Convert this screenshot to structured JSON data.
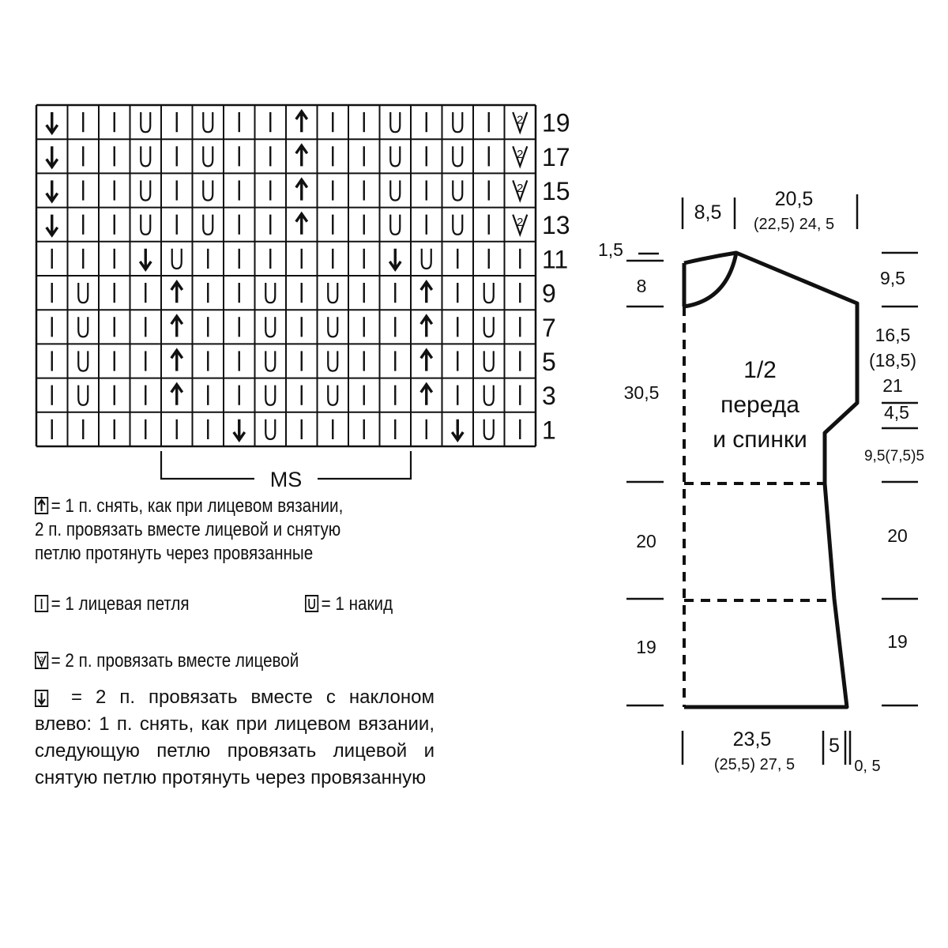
{
  "chart": {
    "title": "",
    "columns": 16,
    "row_labels": [
      "19",
      "17",
      "15",
      "13",
      "11",
      "9",
      "7",
      "5",
      "3",
      "1"
    ],
    "rows": [
      [
        "dec-left",
        "knit",
        "knit",
        "yo",
        "knit",
        "yo",
        "knit",
        "knit",
        "slip-k2tog-psso",
        "knit",
        "knit",
        "yo",
        "knit",
        "yo",
        "knit",
        "k2tog"
      ],
      [
        "dec-left",
        "knit",
        "knit",
        "yo",
        "knit",
        "yo",
        "knit",
        "knit",
        "slip-k2tog-psso",
        "knit",
        "knit",
        "yo",
        "knit",
        "yo",
        "knit",
        "k2tog"
      ],
      [
        "dec-left",
        "knit",
        "knit",
        "yo",
        "knit",
        "yo",
        "knit",
        "knit",
        "slip-k2tog-psso",
        "knit",
        "knit",
        "yo",
        "knit",
        "yo",
        "knit",
        "k2tog"
      ],
      [
        "dec-left",
        "knit",
        "knit",
        "yo",
        "knit",
        "yo",
        "knit",
        "knit",
        "slip-k2tog-psso",
        "knit",
        "knit",
        "yo",
        "knit",
        "yo",
        "knit",
        "k2tog"
      ],
      [
        "knit",
        "knit",
        "knit",
        "dec-left",
        "yo",
        "knit",
        "knit",
        "knit",
        "knit",
        "knit",
        "knit",
        "dec-left",
        "yo",
        "knit",
        "knit",
        "knit"
      ],
      [
        "knit",
        "yo",
        "knit",
        "knit",
        "slip-k2tog-psso",
        "knit",
        "knit",
        "yo",
        "knit",
        "yo",
        "knit",
        "knit",
        "slip-k2tog-psso",
        "knit",
        "yo",
        "knit"
      ],
      [
        "knit",
        "yo",
        "knit",
        "knit",
        "slip-k2tog-psso",
        "knit",
        "knit",
        "yo",
        "knit",
        "yo",
        "knit",
        "knit",
        "slip-k2tog-psso",
        "knit",
        "yo",
        "knit"
      ],
      [
        "knit",
        "yo",
        "knit",
        "knit",
        "slip-k2tog-psso",
        "knit",
        "knit",
        "yo",
        "knit",
        "yo",
        "knit",
        "knit",
        "slip-k2tog-psso",
        "knit",
        "yo",
        "knit"
      ],
      [
        "knit",
        "yo",
        "knit",
        "knit",
        "slip-k2tog-psso",
        "knit",
        "knit",
        "yo",
        "knit",
        "yo",
        "knit",
        "knit",
        "slip-k2tog-psso",
        "knit",
        "yo",
        "knit"
      ],
      [
        "knit",
        "knit",
        "knit",
        "knit",
        "knit",
        "knit",
        "dec-left",
        "yo",
        "knit",
        "knit",
        "knit",
        "knit",
        "knit",
        "dec-left",
        "yo",
        "knit"
      ]
    ],
    "repeat_label": "MS",
    "repeat_start_col": 4,
    "repeat_end_col": 12
  },
  "legend": {
    "slip_k2tog_psso": [
      "= 1 п. снять, как при лицевом вязании,",
      "2 п. провязать вместе лицевой и снятую",
      "петлю протянуть через провязанные"
    ],
    "knit": "= 1 лицевая петля",
    "yo": "= 1 накид",
    "k2tog": "= 2 п. провязать вместе лицевой",
    "dec_left": [
      "= 2 п. провязать вместе с наклоном",
      "влево: 1 п. снять, как при лицевом вязании,",
      "следующую петлю провязать лицевой и",
      "снятую петлю протянуть через провязанную"
    ],
    "k2tog_symbol_digit": "2"
  },
  "schematic": {
    "title_lines": [
      "1/2",
      "переда",
      "и спинки"
    ],
    "top_left_width": "8,5",
    "top_right_width": "20,5",
    "top_right_sizes": "(22,5)  24, 5",
    "left_measures": [
      "1,5",
      "8",
      "30,5",
      "20",
      "19"
    ],
    "right_measures": [
      "9,5",
      "16,5",
      "(18,5)",
      "21",
      "4,5",
      "9,5(7,5)5",
      "20",
      "19"
    ],
    "bottom_width": "23,5",
    "bottom_sizes": "(25,5)  27, 5",
    "bottom_right_a": "5",
    "bottom_right_b": "0, 5"
  }
}
